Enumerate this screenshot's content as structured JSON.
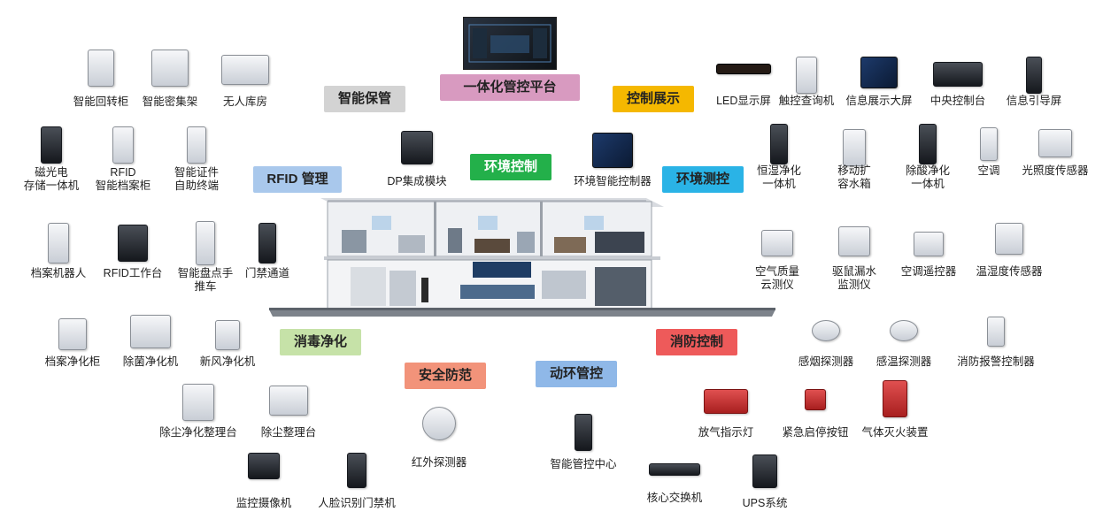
{
  "categories": [
    {
      "key": "smart-storage",
      "label": "智能保管",
      "color": "#d3d3d3"
    },
    {
      "key": "platform",
      "label": "一体化管控平台",
      "color": "#d89ac0"
    },
    {
      "key": "display-control",
      "label": "控制展示",
      "color": "#f5b800"
    },
    {
      "key": "rfid",
      "label": "RFID 管理",
      "color": "#a9c8ec"
    },
    {
      "key": "env-control",
      "label": "环境控制",
      "color": "#23b04a"
    },
    {
      "key": "env-monitor",
      "label": "环境测控",
      "color": "#2ab3e6"
    },
    {
      "key": "disinfect",
      "label": "消毒净化",
      "color": "#c6e2a8"
    },
    {
      "key": "security",
      "label": "安全防范",
      "color": "#f2937a"
    },
    {
      "key": "power-env",
      "label": "动环管控",
      "color": "#8fb8e8"
    },
    {
      "key": "fire",
      "label": "消防控制",
      "color": "#ee5a5a"
    }
  ],
  "equipment": [
    {
      "label": "智能回转柜",
      "icon": "rotary-cabinet-icon"
    },
    {
      "label": "智能密集架",
      "icon": "compact-shelf-icon"
    },
    {
      "label": "无人库房",
      "icon": "unmanned-warehouse-icon"
    },
    {
      "label": "磁光电\n存储一体机",
      "icon": "storage-machine-icon"
    },
    {
      "label": "RFID\n智能档案柜",
      "icon": "rfid-cabinet-icon"
    },
    {
      "label": "智能证件\n自助终端",
      "icon": "id-terminal-icon"
    },
    {
      "label": "档案机器人",
      "icon": "archive-robot-icon"
    },
    {
      "label": "RFID工作台",
      "icon": "rfid-workstation-icon"
    },
    {
      "label": "智能盘点手\n推车",
      "icon": "inventory-cart-icon"
    },
    {
      "label": "门禁通道",
      "icon": "access-gate-icon"
    },
    {
      "label": "DP集成模块",
      "icon": "dp-module-icon"
    },
    {
      "label": "环境智能控制器",
      "icon": "env-controller-icon"
    },
    {
      "label": "LED显示屏",
      "icon": "led-screen-icon"
    },
    {
      "label": "触控查询机",
      "icon": "touch-kiosk-icon"
    },
    {
      "label": "信息展示大屏",
      "icon": "display-wall-icon"
    },
    {
      "label": "中央控制台",
      "icon": "control-console-icon"
    },
    {
      "label": "信息引导屏",
      "icon": "guide-screen-icon"
    },
    {
      "label": "恒湿净化\n一体机",
      "icon": "humidity-purifier-icon"
    },
    {
      "label": "移动扩\n容水箱",
      "icon": "water-tank-icon"
    },
    {
      "label": "除酸净化\n一体机",
      "icon": "deacid-purifier-icon"
    },
    {
      "label": "空调",
      "icon": "air-conditioner-icon"
    },
    {
      "label": "光照度传感器",
      "icon": "light-sensor-icon"
    },
    {
      "label": "空气质量\n云测仪",
      "icon": "air-quality-meter-icon"
    },
    {
      "label": "驱鼠漏水\n监测仪",
      "icon": "leak-monitor-icon"
    },
    {
      "label": "空调遥控器",
      "icon": "ac-remote-icon"
    },
    {
      "label": "温湿度传感器",
      "icon": "temp-humidity-sensor-icon"
    },
    {
      "label": "档案净化柜",
      "icon": "purification-cabinet-icon"
    },
    {
      "label": "除菌净化机",
      "icon": "sterilizer-icon"
    },
    {
      "label": "新风净化机",
      "icon": "fresh-air-unit-icon"
    },
    {
      "label": "除尘净化整理台",
      "icon": "dust-purify-table-icon"
    },
    {
      "label": "除尘整理台",
      "icon": "dust-table-icon"
    },
    {
      "label": "监控摄像机",
      "icon": "dome-camera-icon"
    },
    {
      "label": "人脸识别门禁机",
      "icon": "face-recognition-icon"
    },
    {
      "label": "红外探测器",
      "icon": "infrared-detector-icon"
    },
    {
      "label": "智能管控中心",
      "icon": "control-center-icon"
    },
    {
      "label": "核心交换机",
      "icon": "network-switch-icon"
    },
    {
      "label": "UPS系统",
      "icon": "ups-icon"
    },
    {
      "label": "感烟探测器",
      "icon": "smoke-detector-icon"
    },
    {
      "label": "感温探测器",
      "icon": "heat-detector-icon"
    },
    {
      "label": "消防报警控制器",
      "icon": "fire-alarm-panel-icon"
    },
    {
      "label": "放气指示灯",
      "icon": "gas-indicator-icon"
    },
    {
      "label": "紧急启停按钮",
      "icon": "emergency-button-icon"
    },
    {
      "label": "气体灭火装置",
      "icon": "gas-extinguisher-icon"
    }
  ]
}
